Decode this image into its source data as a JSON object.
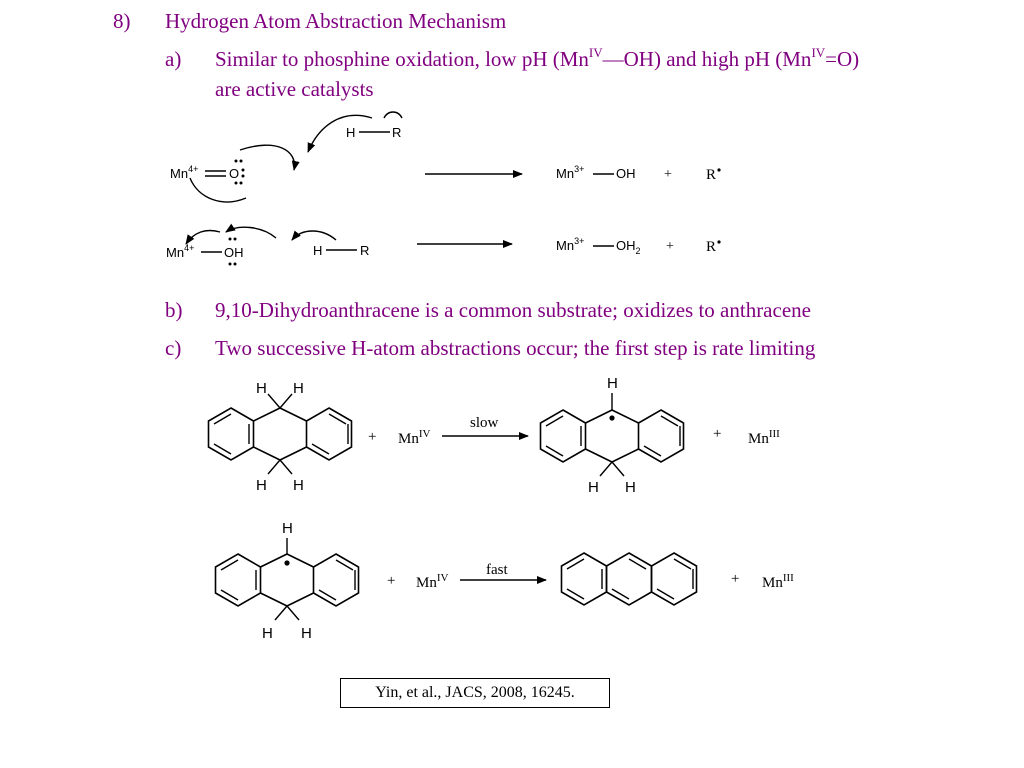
{
  "heading": {
    "number": "8)",
    "title": "Hydrogen Atom Abstraction Mechanism"
  },
  "item_a": {
    "marker": "a)",
    "line1_p1": "Similar to phosphine oxidation, low pH (Mn",
    "sup1": "IV",
    "line1_p2": "—OH) and high pH (Mn",
    "sup2": "IV",
    "line1_p3": "=O)",
    "line2": "are active catalysts"
  },
  "item_b": {
    "marker": "b)",
    "text": "9,10-Dihydroanthracene is a common substrate; oxidizes to anthracene"
  },
  "item_c": {
    "marker": "c)",
    "text": "Two successive H-atom abstractions occur; the first step is rate limiting"
  },
  "scheme1": {
    "rxn1": {
      "hr_h": "H",
      "hr_r": "R",
      "mn": "Mn",
      "mn_charge": "4+",
      "o": "O",
      "prod_mn": "Mn",
      "prod_charge": "3+",
      "prod_oh": "OH",
      "plus": "+",
      "radical": "R"
    },
    "rxn2": {
      "mn": "Mn",
      "mn_charge": "4+",
      "oh": "OH",
      "hr_h": "H",
      "hr_r": "R",
      "prod_mn": "Mn",
      "prod_charge": "3+",
      "prod_oh": "OH",
      "prod_sub": "2",
      "plus": "+",
      "radical": "R"
    }
  },
  "scheme2": {
    "step1": {
      "h": "H",
      "plus1": "+",
      "mn": "Mn",
      "mn_ox": "IV",
      "arrow_label": "slow",
      "plus2": "+",
      "product_mn": "Mn",
      "product_ox": "III"
    },
    "step2": {
      "h": "H",
      "plus1": "+",
      "mn": "Mn",
      "mn_ox": "IV",
      "arrow_label": "fast",
      "plus2": "+",
      "product_mn": "Mn",
      "product_ox": "III"
    }
  },
  "citation": "Yin, et al., JACS, 2008, 16245.",
  "colors": {
    "text_accent": "#800080",
    "drawing": "#000000"
  }
}
